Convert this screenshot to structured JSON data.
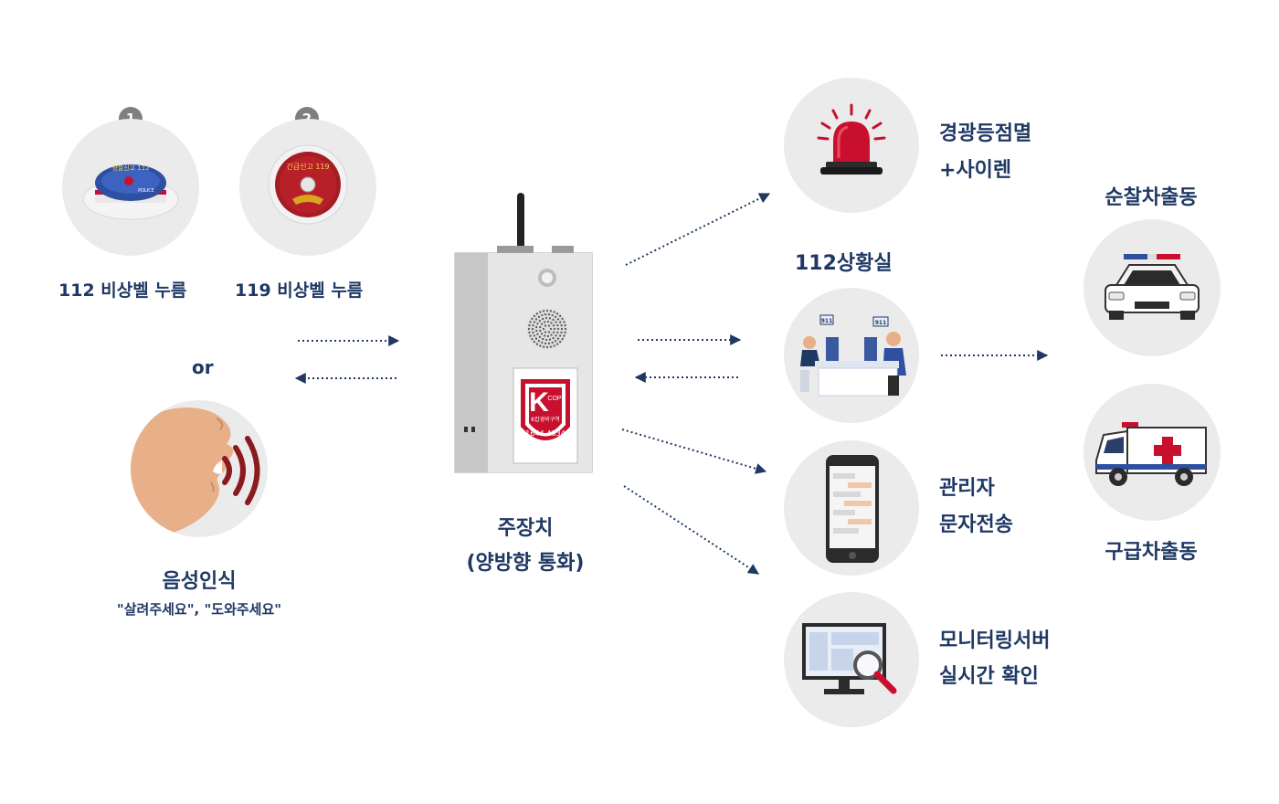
{
  "labels": {
    "bell112": "112 비상벨 누름",
    "bell119": "119 비상벨 누름",
    "or": "or",
    "voice_title": "음성인식",
    "voice_sub": "\"살려주세요\", \"도와주세요\"",
    "main_title": "주장치",
    "main_sub": "(양방향 통화)",
    "siren_line1": "경광등점멸",
    "siren_line2": "+사이렌",
    "center112": "112상황실",
    "sms_line1": "관리자",
    "sms_line2": "문자전송",
    "monitor_line1": "모니터링서버",
    "monitor_line2": "실시간 확인",
    "patrol": "순찰차출동",
    "ambulance": "구급차출동"
  },
  "badges": {
    "one": "1",
    "two": "2"
  },
  "device": {
    "brand": "K",
    "brand_small": "COP",
    "brand_kr": "K캅경비구역",
    "phone": "1644-4834"
  },
  "bells": {
    "bell112_text": "경찰신고 112",
    "bell112_sub": "POLICE",
    "bell119_text": "긴급신고 119"
  },
  "center": {
    "screen_left": "911",
    "screen_right": "911"
  },
  "colors": {
    "navy": "#1f3864",
    "circle_bg": "#ebebeb",
    "badge": "#7f7f7f",
    "red": "#c8102e",
    "dark_red": "#8b1a1f",
    "skin": "#e8b088"
  }
}
